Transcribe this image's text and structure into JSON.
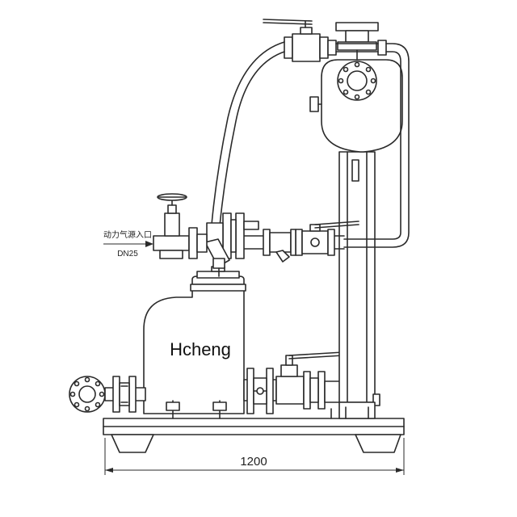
{
  "labels": {
    "inlet_cn": "动力气源入口",
    "inlet_dn": "DN25",
    "brand": "Hcheng",
    "dimension": "1200"
  }
}
